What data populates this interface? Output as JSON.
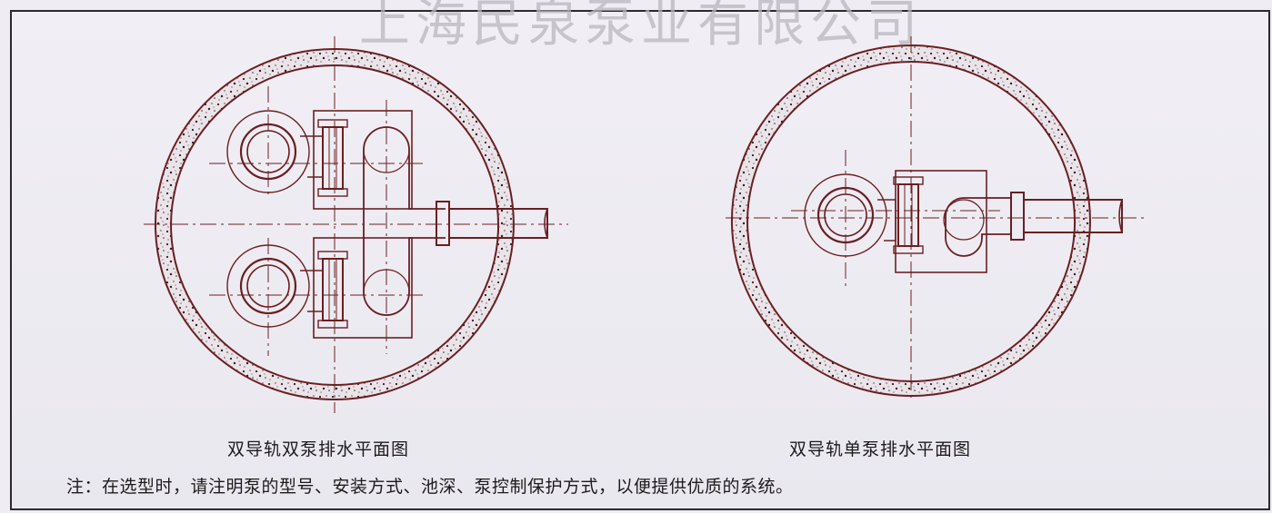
{
  "watermark": "上海民泉泵业有限公司",
  "captions": {
    "left": "双导轨双泵排水平面图",
    "right": "双导轨单泵排水平面图"
  },
  "note": "注：在选型时，请注明泵的型号、安装方式、池深、泵控制保护方式，以便提供优质的系统。",
  "colors": {
    "line": "#6b1f22",
    "centerline": "#6b1f22",
    "concrete_dots": "#3d1a1a"
  }
}
